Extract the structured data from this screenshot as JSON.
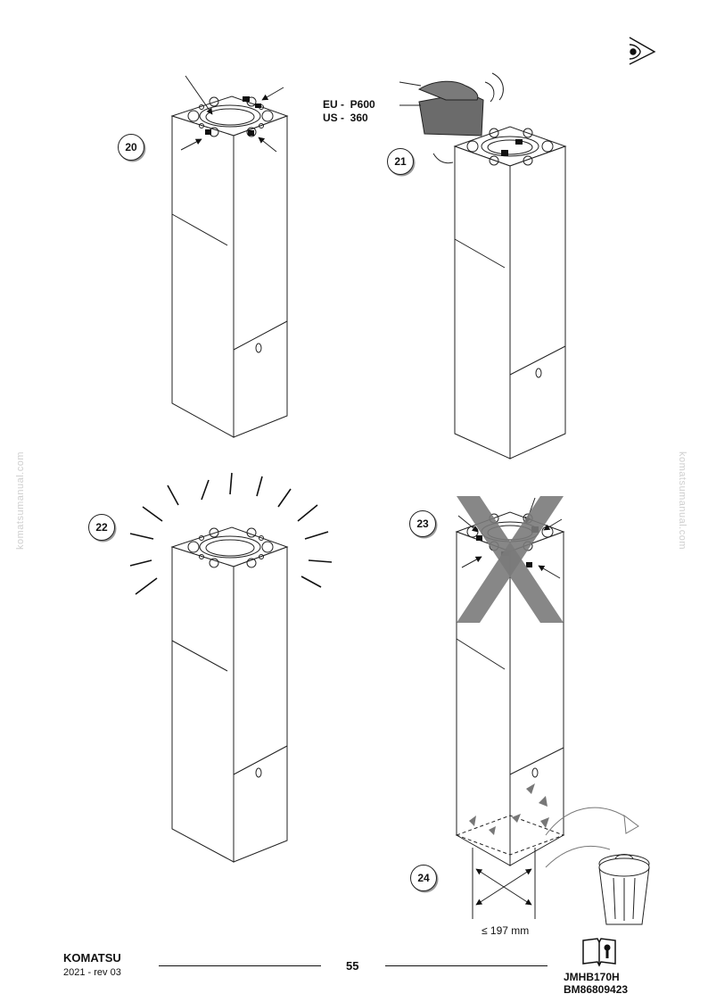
{
  "steps": [
    "20",
    "21",
    "22",
    "23",
    "24"
  ],
  "abrasive": {
    "eu_label": "EU -",
    "eu_value": "P600",
    "us_label": "US -",
    "us_value": "360"
  },
  "dimension": "≤ 197 mm",
  "watermark": "komatsumanual.com",
  "footer": {
    "brand": "KOMATSU",
    "revision": "2021 -  rev 03",
    "page_number": "55",
    "model": "JMHB170H",
    "document_number": "BM86809423"
  },
  "icons": {
    "top_right": "eye-inspect-icon",
    "footer": "manual-book-icon"
  }
}
